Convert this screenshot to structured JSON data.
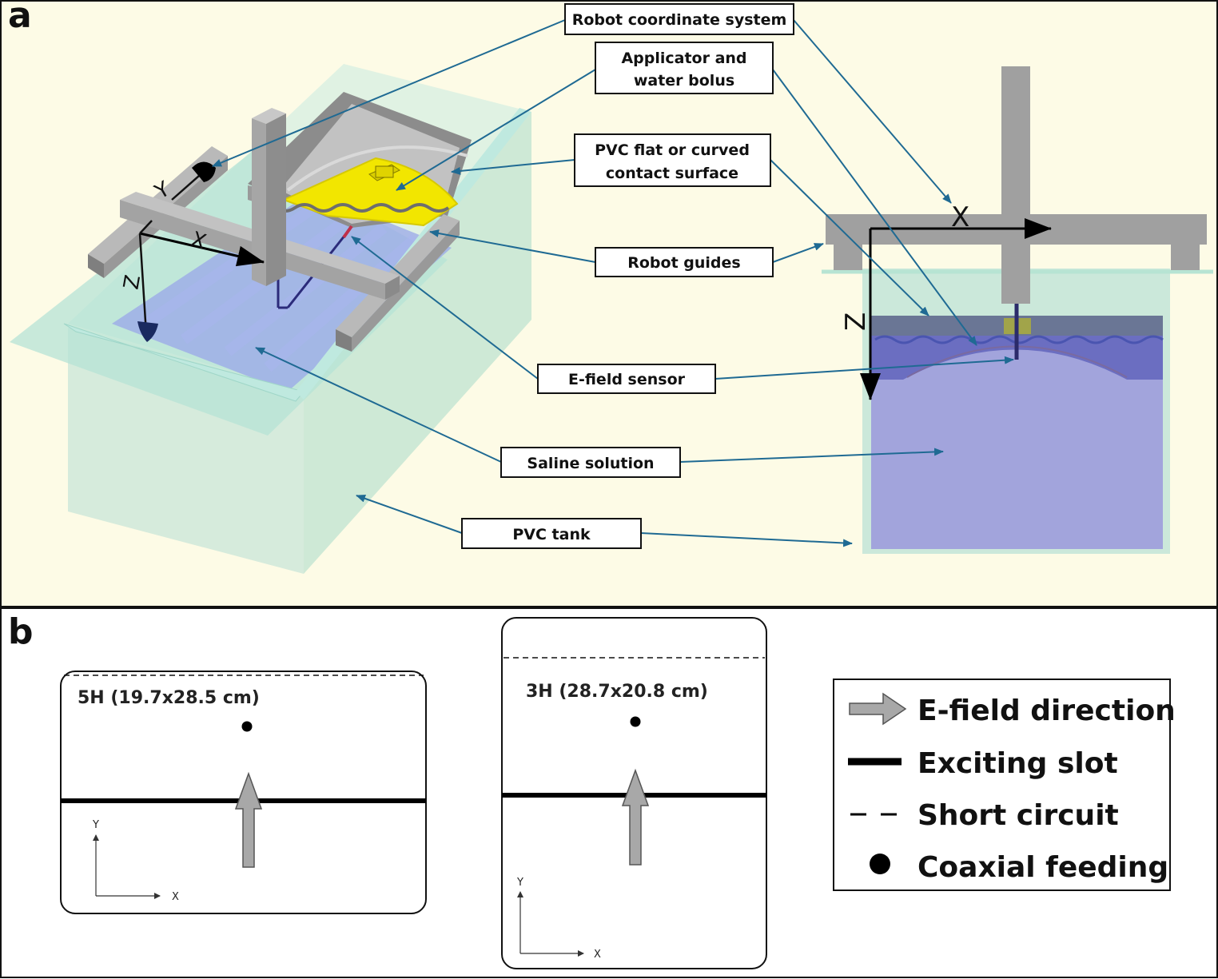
{
  "panels": {
    "a": "a",
    "b": "b"
  },
  "callouts": {
    "robot_coordinate_system": "Robot coordinate system",
    "applicator_line1": "Applicator and",
    "applicator_line2": "water bolus",
    "pvc_surface_line1": "PVC flat or curved",
    "pvc_surface_line2": "contact surface",
    "robot_guides": "Robot guides",
    "efield_sensor": "E-field sensor",
    "saline_solution": "Saline solution",
    "pvc_tank": "PVC tank"
  },
  "axes_3d": {
    "x": "X",
    "y": "Y",
    "z": "Z"
  },
  "applicators": [
    {
      "label": "5H (19.7x28.5 cm)",
      "axis_y": "Y",
      "axis_x": "X"
    },
    {
      "label": "3H (28.7x20.8 cm)",
      "axis_y": "Y",
      "axis_x": "X"
    }
  ],
  "legend": {
    "items": [
      {
        "icon": "gray-arrow-icon",
        "label": "E-field direction"
      },
      {
        "icon": "thick-line-icon",
        "label": "Exciting slot"
      },
      {
        "icon": "dashed-line-icon",
        "label": "Short circuit"
      },
      {
        "icon": "dot-icon",
        "label": "Coaxial feeding"
      }
    ]
  },
  "colors": {
    "panel_a_bg": "#fdfbe6",
    "tank": "#b8e6d4",
    "saline": "#8e93d8",
    "robot": "#a3a3a3",
    "applicator": "#f2e600",
    "leader": "#1f6a93",
    "arrow_fill": "#a8a8a8"
  }
}
